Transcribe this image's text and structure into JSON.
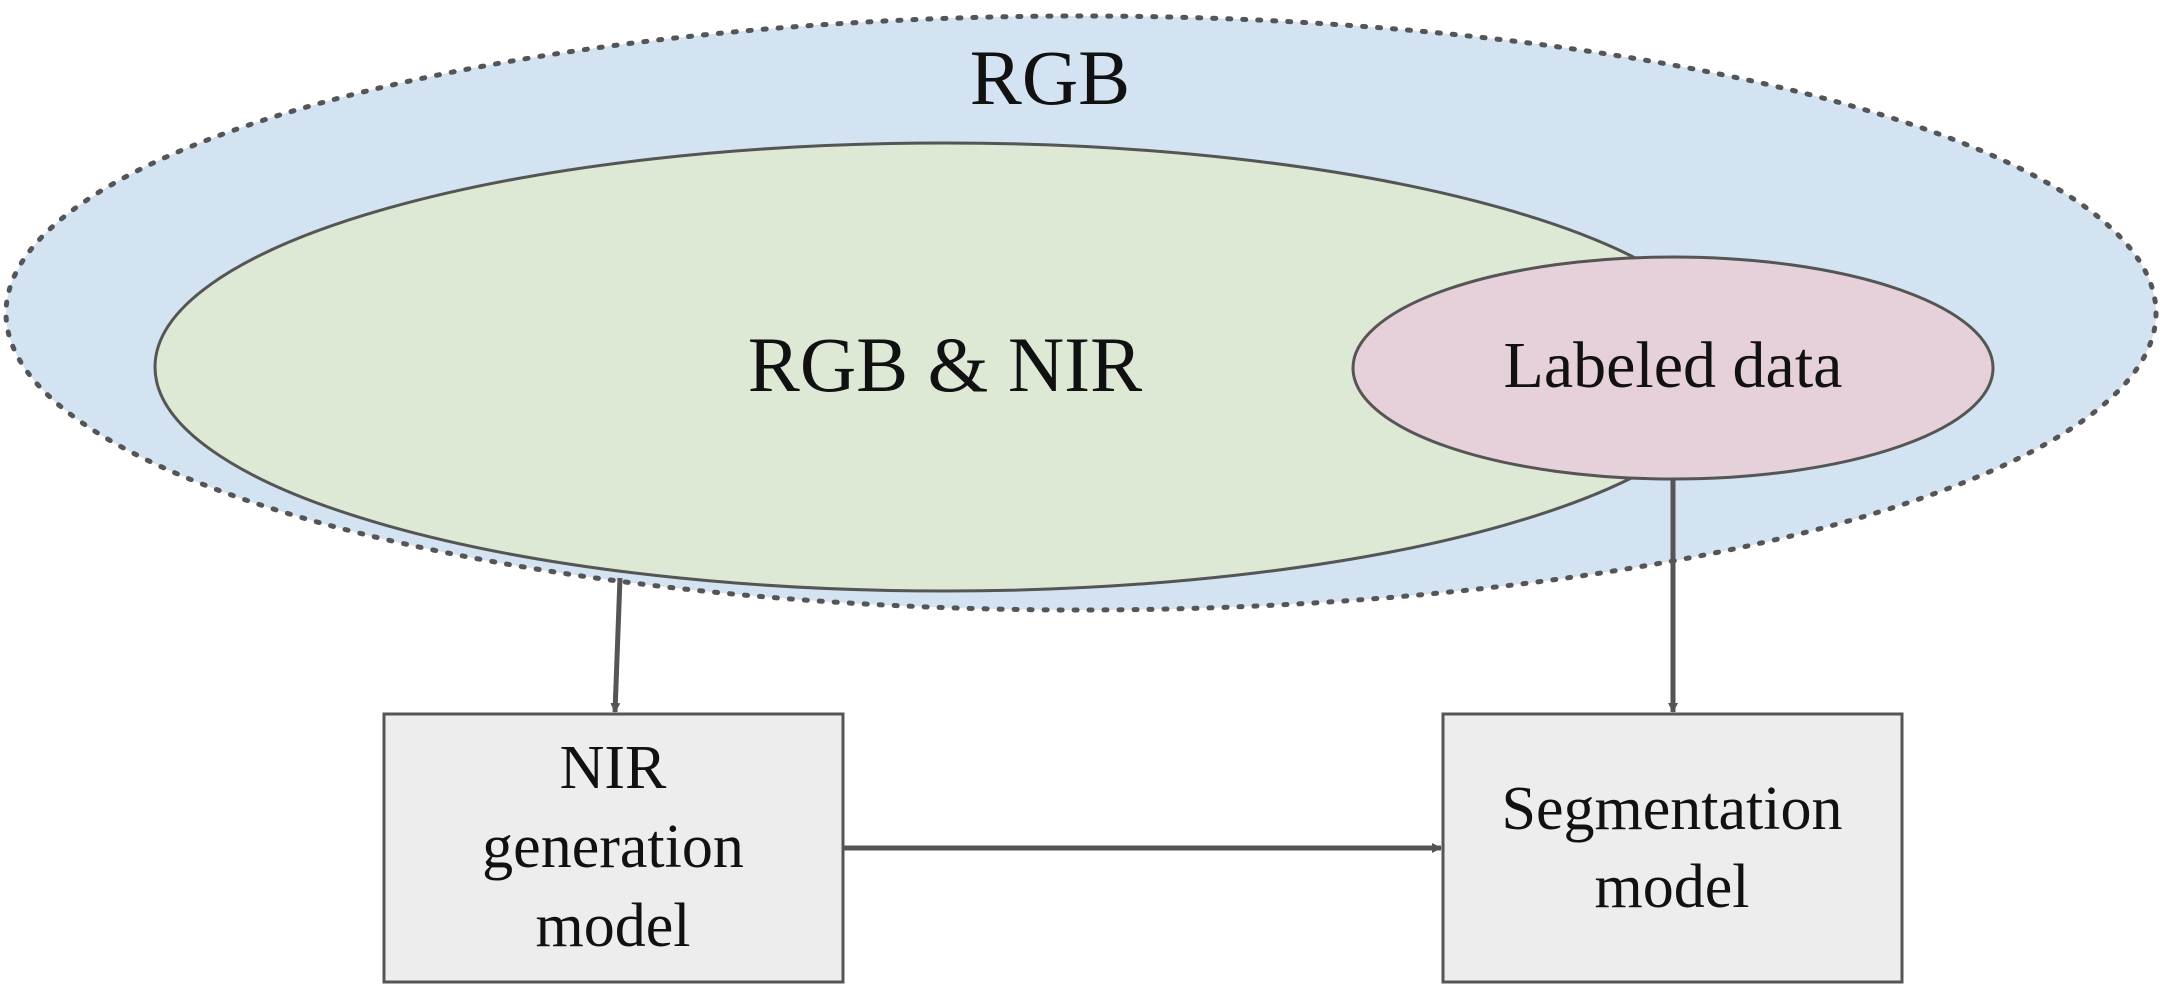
{
  "colors": {
    "outer_fill": "#d4e3f1",
    "inner_fill": "#dde9d5",
    "labeled_fill": "#e6d1da",
    "box_fill": "#ededed",
    "stroke": "#555555",
    "arrow": "#555555"
  },
  "regions": {
    "rgb": "RGB",
    "rgb_nir": "RGB & NIR",
    "labeled": "Labeled data"
  },
  "boxes": {
    "nir_model": {
      "lines": [
        "NIR",
        "generation",
        "model"
      ]
    },
    "seg_model": {
      "lines": [
        "Segmentation",
        "model"
      ]
    }
  }
}
